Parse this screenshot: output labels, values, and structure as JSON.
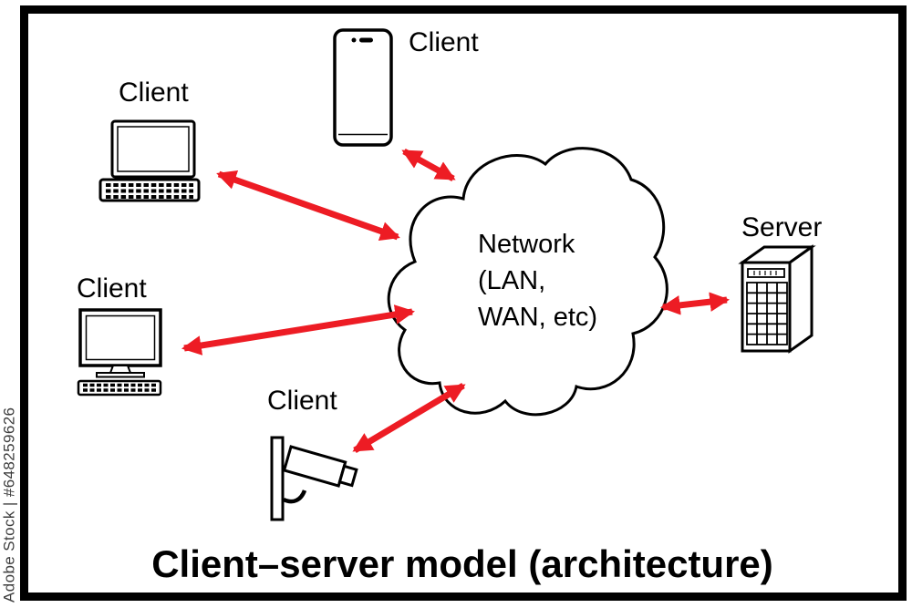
{
  "watermark": "Adobe Stock | #648259626",
  "title": "Client–server model (architecture)",
  "network_cloud": {
    "name": "Network (LAN, WAN, etc)",
    "line1": "Network",
    "line2": "(LAN,",
    "line3": "WAN, etc)"
  },
  "nodes": {
    "phone": {
      "label": "Client",
      "device": "smartphone"
    },
    "laptop": {
      "label": "Client",
      "device": "laptop"
    },
    "desktop": {
      "label": "Client",
      "device": "desktop-computer"
    },
    "camera": {
      "label": "Client",
      "device": "security-camera"
    },
    "server": {
      "label": "Server",
      "device": "server-tower"
    }
  },
  "connections": [
    {
      "from": "smartphone-client",
      "to": "network",
      "bidirectional": true
    },
    {
      "from": "laptop-client",
      "to": "network",
      "bidirectional": true
    },
    {
      "from": "desktop-client",
      "to": "network",
      "bidirectional": true
    },
    {
      "from": "camera-client",
      "to": "network",
      "bidirectional": true
    },
    {
      "from": "server",
      "to": "network",
      "bidirectional": true
    }
  ],
  "colors": {
    "arrow_red": "#ed1c24",
    "line_black": "#000000",
    "background": "#ffffff",
    "watermark_gray": "#3e3e3e"
  }
}
